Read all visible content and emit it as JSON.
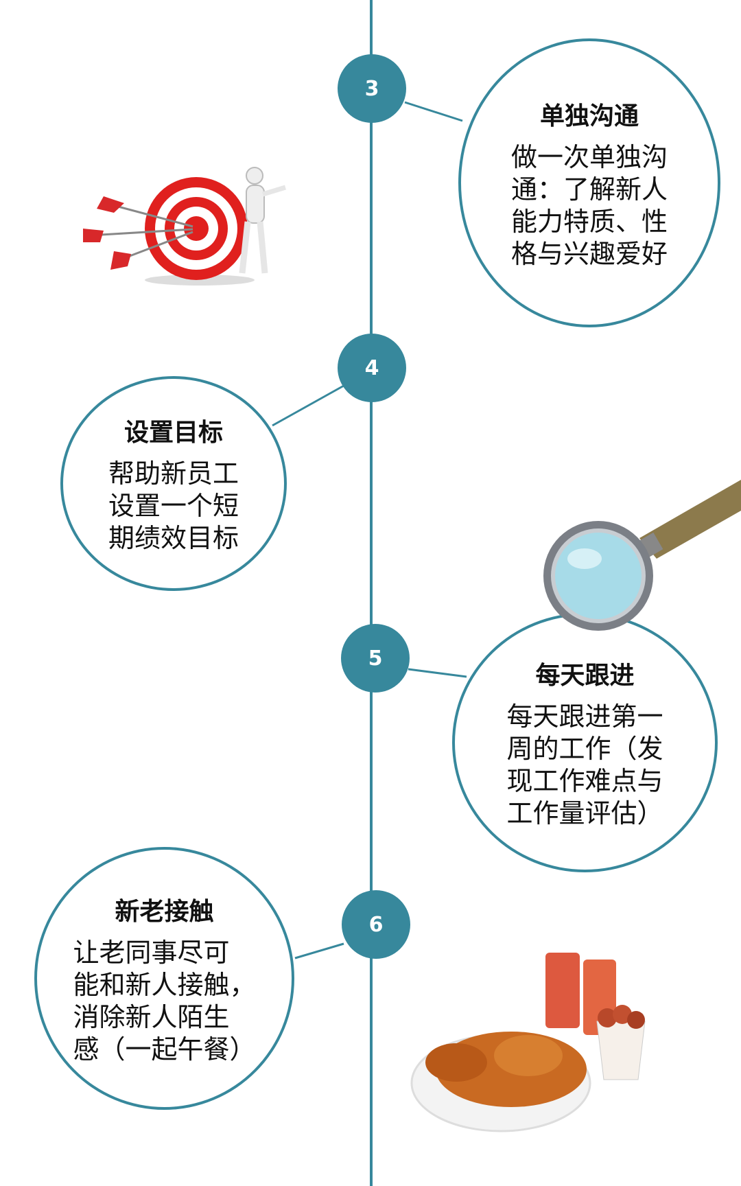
{
  "colors": {
    "accent": "#37889c"
  },
  "steps": [
    {
      "number": "3",
      "title": "单独沟通",
      "body": "做一次单独沟\n通：了解新人\n能力特质、性\n格与兴趣爱好"
    },
    {
      "number": "4",
      "title": "设置目标",
      "body": "帮助新员工\n设置一个短\n期绩效目标"
    },
    {
      "number": "5",
      "title": "每天跟进",
      "body": "每天跟进第一\n周的工作（发\n现工作难点与\n工作量评估）"
    },
    {
      "number": "6",
      "title": "新老接触",
      "body": "让老同事尽可\n能和新人接触，\n消除新人陌生\n感（一起午餐）"
    }
  ],
  "images": [
    "target-with-arrows-icon",
    "magnifier-icon",
    "roast-chicken-meal-icon"
  ]
}
